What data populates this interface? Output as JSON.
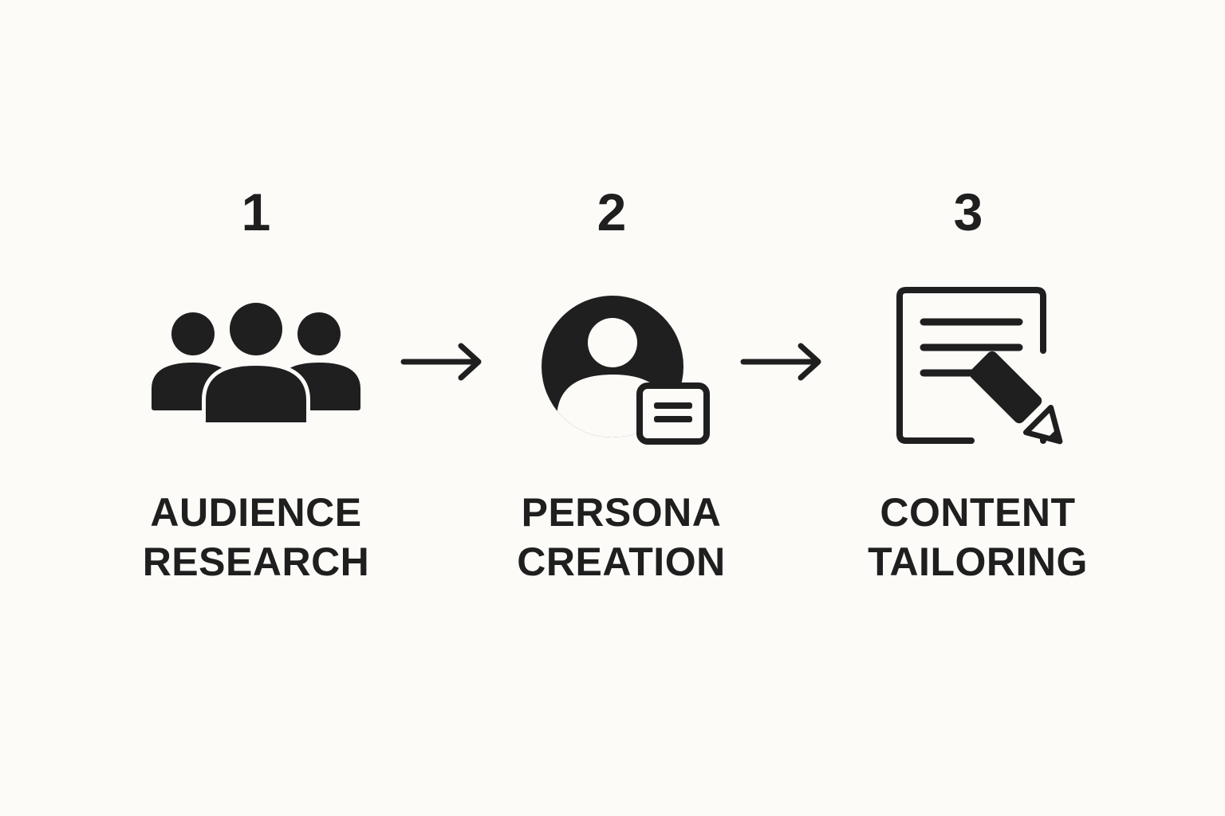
{
  "colors": {
    "background": "#FCFBF8",
    "ink": "#1F1F1F"
  },
  "steps": [
    {
      "number": "1",
      "label_line1": "AUDIENCE",
      "label_line2": "RESEARCH",
      "icon": "people-group-icon"
    },
    {
      "number": "2",
      "label_line1": "PERSONA",
      "label_line2": "CREATION",
      "icon": "user-profile-card-icon"
    },
    {
      "number": "3",
      "label_line1": "CONTENT",
      "label_line2": "TAILORING",
      "icon": "document-pencil-icon"
    }
  ],
  "connectors": [
    {
      "from": "1",
      "to": "2",
      "icon": "arrow-right-icon"
    },
    {
      "from": "2",
      "to": "3",
      "icon": "arrow-right-icon"
    }
  ]
}
